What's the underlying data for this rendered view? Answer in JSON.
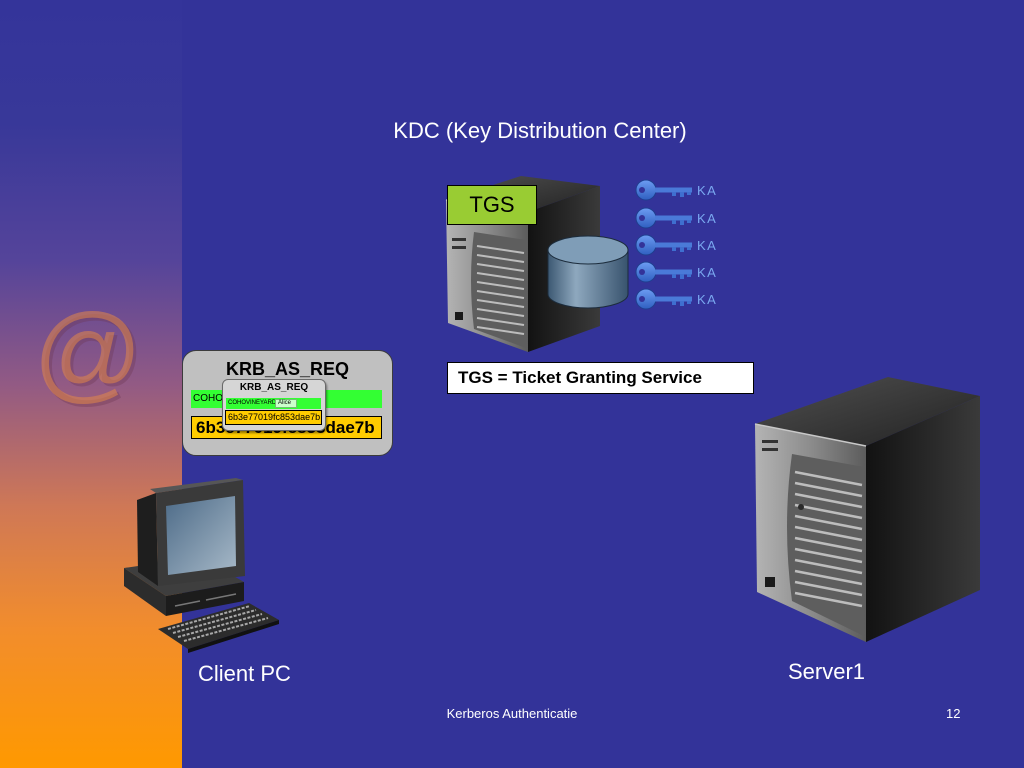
{
  "slide": {
    "title": "KDC (Key Distribution Center)",
    "footer_text": "Kerberos Authenticatie",
    "page_number": "12"
  },
  "decoration": {
    "at_symbol": "@"
  },
  "kdc": {
    "tgs_label": "TGS",
    "tgs_definition": "TGS = Ticket Granting Service",
    "server_icon": "server-tower-icon",
    "database_icon": "database-icon",
    "keys": [
      {
        "icon": "key-icon",
        "label": "KA"
      },
      {
        "icon": "key-icon",
        "label": "KA"
      },
      {
        "icon": "key-icon",
        "label": "KA"
      },
      {
        "icon": "key-icon",
        "label": "KA"
      },
      {
        "icon": "key-icon",
        "label": "KA"
      }
    ]
  },
  "message": {
    "title": "KRB_AS_REQ",
    "realm": "COHOVINEYARD",
    "hash": "6b3e77019fc853dae7b",
    "inner": {
      "title": "KRB_AS_REQ",
      "realm": "COHOVINEYARD",
      "user": "Alice",
      "hash": "6b3e77019fc853dae7b"
    }
  },
  "client": {
    "label": "Client PC",
    "icon": "desktop-computer-icon"
  },
  "server": {
    "label": "Server1",
    "icon": "server-tower-icon"
  },
  "colors": {
    "background": "#333399",
    "sidebar_top": "#34349a",
    "sidebar_bottom": "#ff9900",
    "tgs_label": "#99cc33",
    "realm_bar": "#33ff33",
    "hash_bar": "#ffcc00",
    "key": "#3f6fd0",
    "key_label": "#7aa8f0"
  }
}
